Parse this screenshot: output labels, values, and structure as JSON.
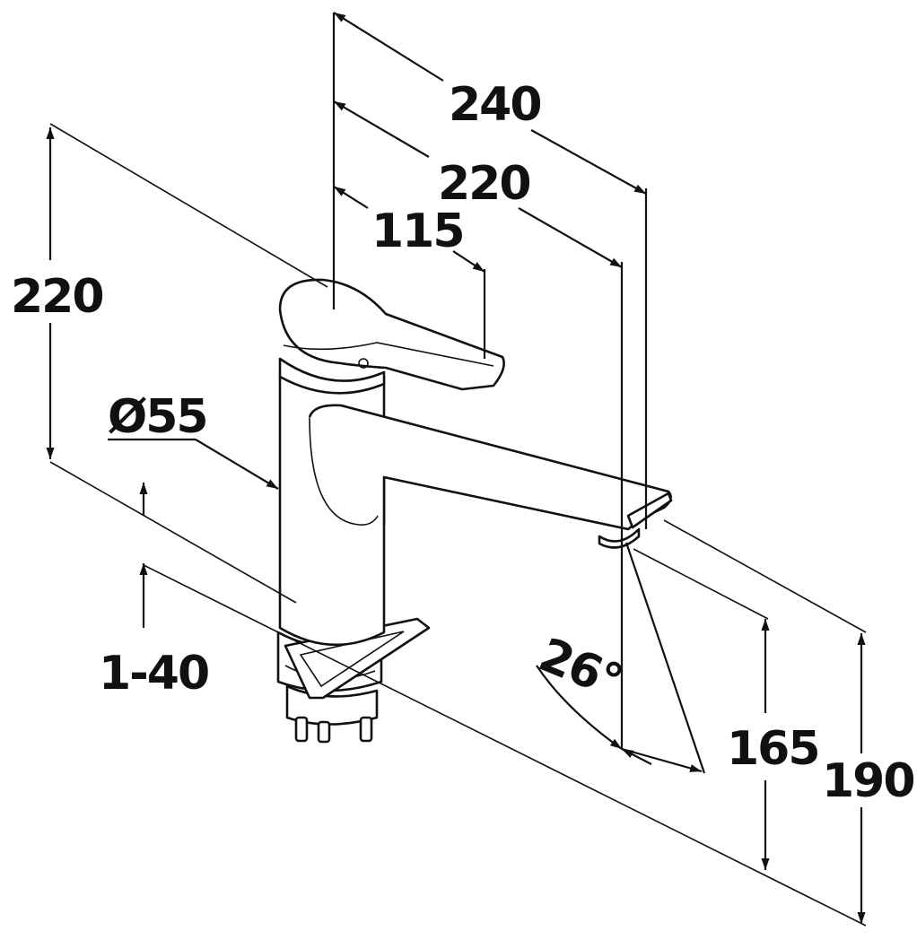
{
  "diagram": {
    "colors": {
      "line": "#111111",
      "background": "#ffffff"
    },
    "dimensions": {
      "total_reach": "240",
      "spout_reach": "220",
      "lever_offset": "115",
      "total_height": "220",
      "body_diameter": "Ø55",
      "mounting_thickness": "1-40",
      "spout_angle": "26°",
      "spout_height": "165",
      "outlet_height": "190"
    }
  }
}
